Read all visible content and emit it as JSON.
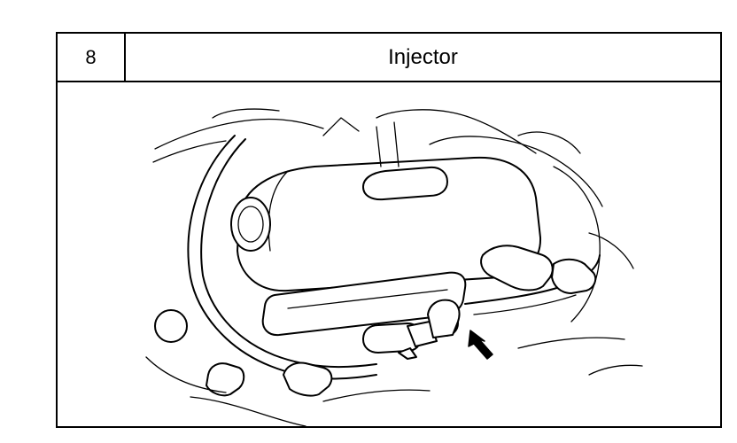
{
  "section": {
    "number": "8",
    "title": "Injector"
  },
  "figure": {
    "icon": "engine-injector-illustration",
    "pointer_icon": "arrow-pointer-icon"
  }
}
